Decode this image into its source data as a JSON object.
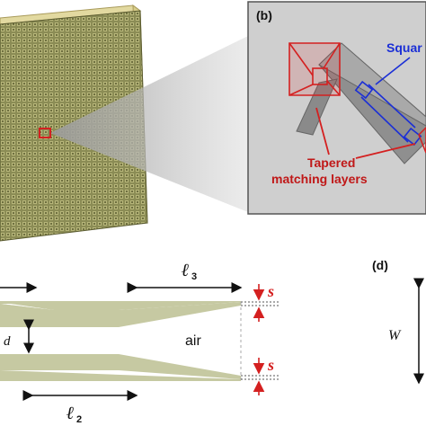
{
  "panel_b": {
    "label": "(b)",
    "square_label": "Squar",
    "tapered_label_line1": "Tapered",
    "tapered_label_line2": "matching layers"
  },
  "panel_c": {
    "l3_label": "ℓ",
    "l3_sub": "3",
    "l2_label": "ℓ",
    "l2_sub": "2",
    "d_label": "d",
    "air_label": "air",
    "s_top": "s",
    "s_bottom": "s"
  },
  "panel_d": {
    "label": "(d)",
    "w_label": "W"
  },
  "colors": {
    "plate_face": "#8b8c55",
    "plate_edge": "#d9cf8e",
    "layer_fill": "#c6c9a2",
    "highlight_red": "#d42020",
    "highlight_blue": "#1b2fd6",
    "inset_bg": "#c9c9c9",
    "waveguide_gray": "#8f8f8f"
  }
}
